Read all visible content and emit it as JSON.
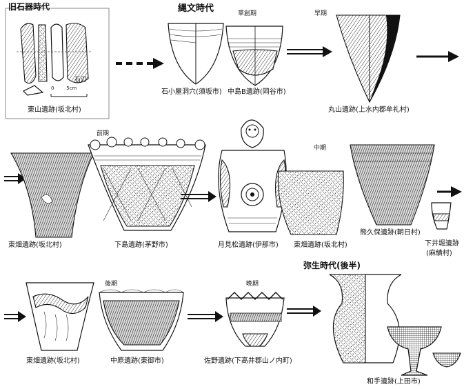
{
  "periods": {
    "paleolithic": "旧石器時代",
    "jomon": "縄文時代",
    "incipient": "草創期",
    "initial": "早期",
    "early": "前期",
    "middle": "中期",
    "late": "後期",
    "final": "晩期",
    "yayoi": "弥生時代(後半)"
  },
  "paleo_box": {
    "tool_label": "石刃",
    "scale_label": "0        5cm",
    "site": "東山遺跡(坂北村)"
  },
  "sites": {
    "ishigoya": "石小屋洞穴(須坂市)",
    "nakajima_b": "中島B遺跡(岡谷市)",
    "maruyama": "丸山遺跡(上水内郡牟礼村)",
    "higashibata_1": "東畑遺跡(坂北村)",
    "shimojima": "下島遺跡(茅野市)",
    "tsukimimatsu": "月見松遺跡(伊那市)",
    "higashibata_2": "東畑遺跡(坂北村)",
    "kumakubo": "熊久保遺跡(朝日村)",
    "shimoidori_1": "下井堀遺跡",
    "shimoidori_2": "(麻績村)",
    "higashibata_3": "東畑遺跡(坂北村)",
    "nakahara": "中原遺跡(東御市)",
    "sano": "佐野遺跡(下高井郡山ノ内町)",
    "wate": "和手遺跡(上田市)"
  }
}
